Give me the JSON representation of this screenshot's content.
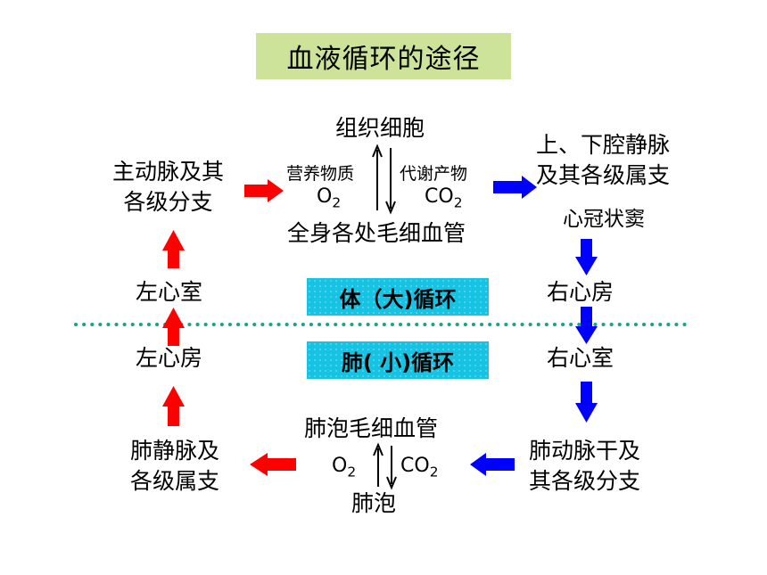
{
  "title": "血液循环的途径",
  "top": {
    "cells": "组织细胞",
    "capillaries": "全身各处毛细血管",
    "nutrients": "营养物质",
    "waste": "代谢产物",
    "o2": "O",
    "o2_sub": "2",
    "co2": "CO",
    "co2_sub": "2"
  },
  "aorta": [
    "主动脉及其",
    "各级分支"
  ],
  "vena_cava": [
    "上、下腔静脉",
    "及其各级属支"
  ],
  "coronary_sinus": "心冠状窦",
  "left_ventricle": "左心室",
  "right_atrium": "右心房",
  "left_atrium": "左心房",
  "right_ventricle": "右心室",
  "systemic": "体（大)循环",
  "pulmonary": "肺( 小)循环",
  "pulmonary_veins": [
    "肺静脉及",
    "各级属支"
  ],
  "pulmonary_artery": [
    "肺动脉干及",
    "其各级分支"
  ],
  "bottom": {
    "capillaries": "肺泡毛细血管",
    "alveoli": "肺泡",
    "o2": "O",
    "o2_sub": "2",
    "co2": "CO",
    "co2_sub": "2"
  },
  "colors": {
    "arterial": "#ff0000",
    "venous": "#0000ff",
    "band": "#16c3e3",
    "title_bg": "#cde39a",
    "divider": "#1aa38a"
  }
}
